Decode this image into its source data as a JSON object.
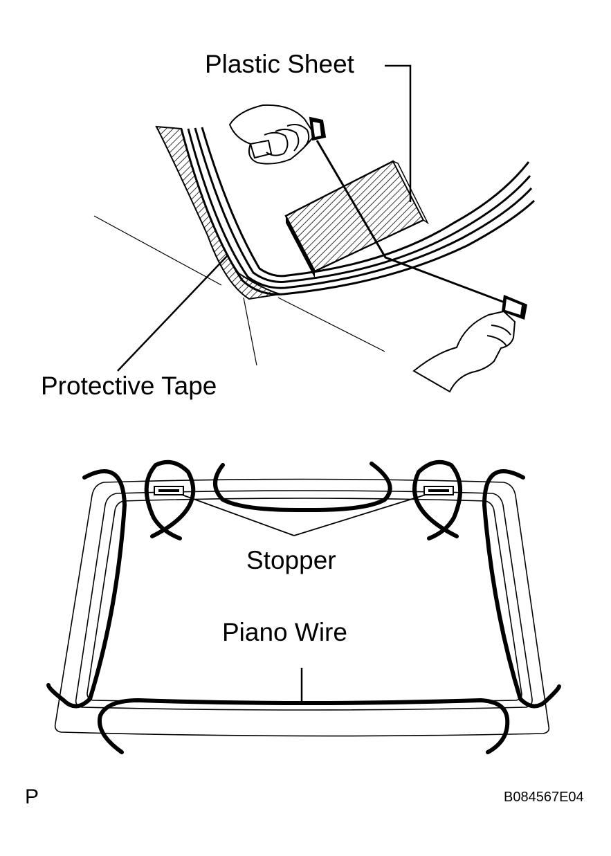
{
  "labels": {
    "plastic_sheet": "Plastic Sheet",
    "protective_tape": "Protective Tape",
    "stopper": "Stopper",
    "piano_wire": "Piano Wire"
  },
  "footer": {
    "left_mark": "P",
    "figure_code": "B084567E04"
  }
}
